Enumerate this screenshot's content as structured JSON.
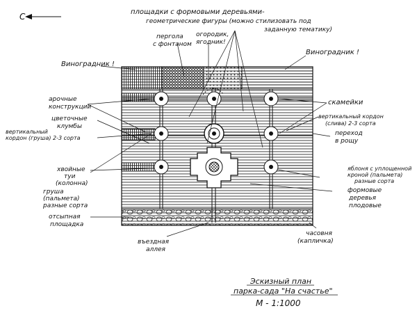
{
  "compass": {
    "letter": "С"
  },
  "labels": {
    "top_line1": "площадки с формовыми деревьями-",
    "top_line2": "геометрические фигуры (можно стилизовать под",
    "top_line3": "заданную тематику)",
    "pergola1": "пергола",
    "pergola2": "с фонтаном",
    "ogorodik1": "огородик,",
    "ogorodik2": "ягодник!",
    "vinograd_left": "Виноградник !",
    "vinograd_right": "Виноградник !",
    "arch1": "арочные",
    "arch2": "конструкции",
    "flower1": "цветочные",
    "flower2": "клумбы",
    "vert_left1": "вертикальный",
    "vert_left2": "кордон (груша) 2-3 сорта",
    "skameiki": "скамейки",
    "vert_right1": "вертикальный кордон",
    "vert_right2": "(слива) 2-3 сорта",
    "perehod1": "переход",
    "perehod2": "в рощу",
    "hvoinye1": "хвойные",
    "hvoinye2": "туи",
    "hvoinye3": "(колонна)",
    "grusha1": "груша",
    "grusha2": "(пальмета)",
    "grusha3": "разные сорта",
    "yablonya1": "яблоня с уплощенной",
    "yablonya2": "кроной (пальмета)",
    "yablonya3": "разные сорта",
    "formovye1": "формовые",
    "formovye2": "деревья",
    "formovye3": "плодовые",
    "otsypnaya1": "отсыпная",
    "otsypnaya2": "площадка",
    "vezdnaya1": "въездная",
    "vezdnaya2": "аллея",
    "chasovnya1": "часовня",
    "chasovnya2": "(капличка)",
    "title1": "Эскизный план",
    "title2": "парка-сада \"На счастье\"",
    "scale": "М - 1:1000"
  }
}
